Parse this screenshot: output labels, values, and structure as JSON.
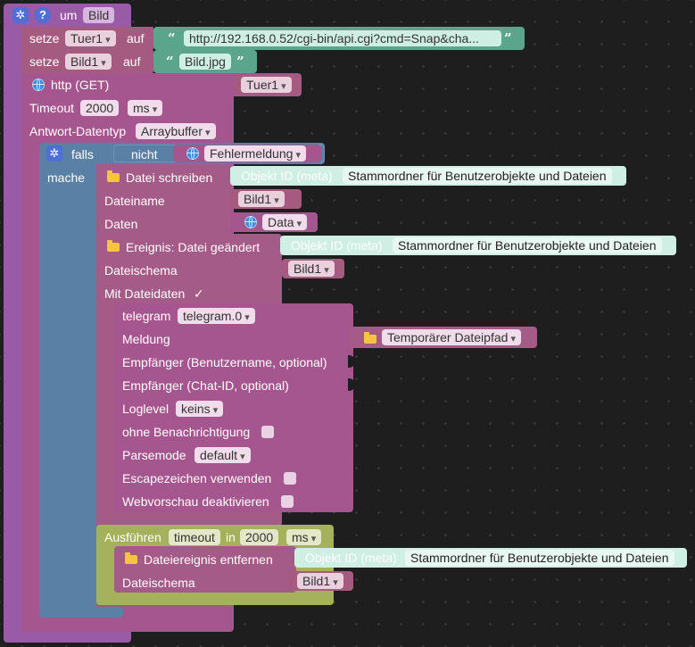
{
  "root": {
    "label": "um",
    "dropdown": "Bild"
  },
  "set_tuer1": {
    "label": "setze",
    "variable": "Tuer1",
    "to": "auf",
    "value": "http://192.168.0.52/cgi-bin/api.cgi?cmd=Snap&cha..."
  },
  "set_bild1": {
    "label": "setze",
    "variable": "Bild1",
    "to": "auf",
    "value": "Bild.jpg"
  },
  "http": {
    "label": "http (GET)",
    "url_var": "Tuer1",
    "timeout_label": "Timeout",
    "timeout_value": "2000",
    "timeout_unit": "ms",
    "type_label": "Antwort-Datentyp",
    "type_value": "Arraybuffer"
  },
  "if_block": {
    "if_label": "falls",
    "not_label": "nicht",
    "condition": "Fehlermeldung",
    "do_label": "mache"
  },
  "write_file": {
    "label": "Datei schreiben",
    "object_id_label": "Objekt ID (meta)",
    "object_id_value": "Stammordner für Benutzerobjekte und Dateien",
    "filename_label": "Dateiname",
    "filename_value": "Bild1",
    "data_label": "Daten",
    "data_value": "Data"
  },
  "event": {
    "label": "Ereignis: Datei geändert",
    "object_id_label": "Objekt ID (meta)",
    "object_id_value": "Stammordner für Benutzerobjekte und Dateien",
    "schema_label": "Dateischema",
    "schema_value": "Bild1",
    "withdata_label": "Mit Dateidaten",
    "withdata_check": "✓"
  },
  "telegram": {
    "label": "telegram",
    "instance": "telegram.0",
    "message_label": "Meldung",
    "message_value": "Temporärer Dateipfad",
    "recipient_user_label": "Empfänger (Benutzername, optional)",
    "recipient_chat_label": "Empfänger (Chat-ID, optional)",
    "loglevel_label": "Loglevel",
    "loglevel_value": "keins",
    "silent_label": "ohne Benachrichtigung",
    "parsemode_label": "Parsemode",
    "parsemode_value": "default",
    "escape_label": "Escapezeichen verwenden",
    "preview_label": "Webvorschau deaktivieren"
  },
  "timeout": {
    "label": "Ausführen",
    "type": "timeout",
    "in_label": "in",
    "value": "2000",
    "unit": "ms"
  },
  "remove_event": {
    "label": "Dateiereignis entfernen",
    "object_id_label": "Objekt ID (meta)",
    "object_id_value": "Stammordner für Benutzerobjekte und Dateien",
    "schema_label": "Dateischema",
    "schema_value": "Bild1"
  },
  "colors": {
    "procedure": "#995ba5",
    "variables": "#a55b80",
    "text": "#5ba58c",
    "logic": "#5b80a5",
    "filesystem": "#a55b88",
    "telegram": "#a5568f",
    "timeouts": "#a5b15b",
    "object_id": "#cfeee4"
  }
}
